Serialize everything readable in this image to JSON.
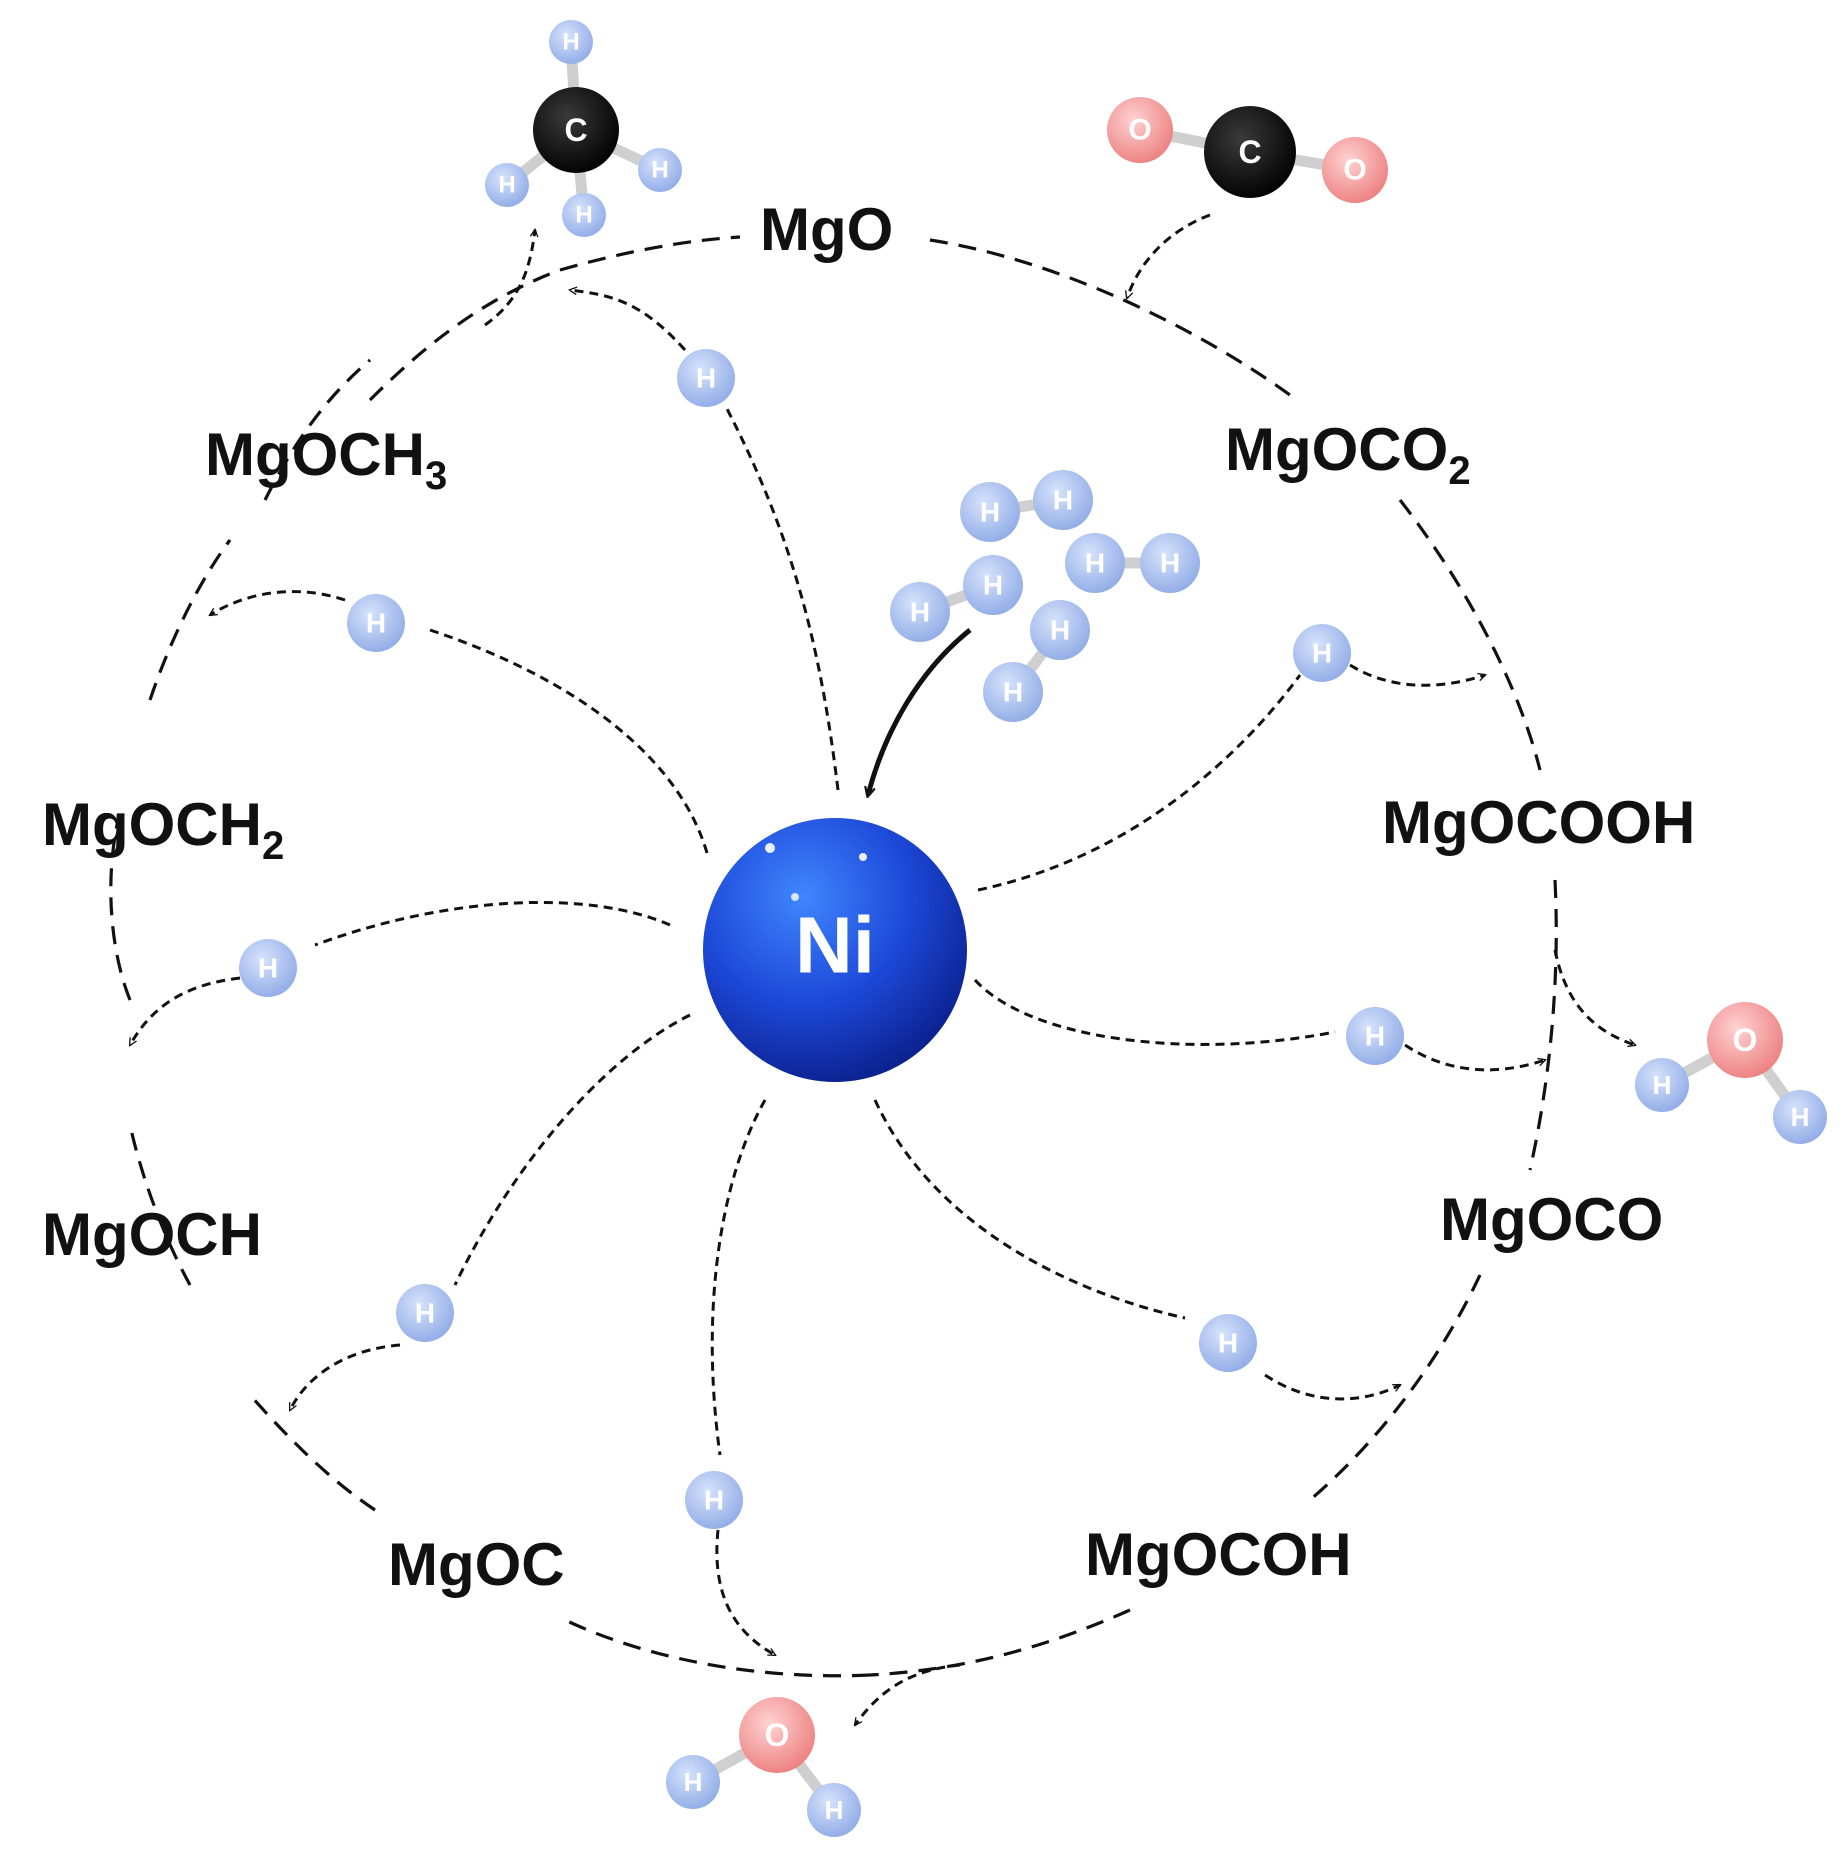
{
  "center_atom": {
    "symbol": "Ni",
    "color": "#1f4fe0"
  },
  "intermediates": {
    "mgo": {
      "base": "MgO",
      "sub": ""
    },
    "mgoco2": {
      "base": "MgOCO",
      "sub": "2"
    },
    "mgocooh": {
      "base": "MgOCOOH",
      "sub": ""
    },
    "mgoco": {
      "base": "MgOCO",
      "sub": ""
    },
    "mgocoh": {
      "base": "MgOCOH",
      "sub": ""
    },
    "mgoc": {
      "base": "MgOC",
      "sub": ""
    },
    "mgoch": {
      "base": "MgOCH",
      "sub": ""
    },
    "mgoch2": {
      "base": "MgOCH",
      "sub": "2"
    },
    "mgoch3": {
      "base": "MgOCH",
      "sub": "3"
    }
  },
  "atoms": {
    "hydrogen": "H",
    "carbon": "C",
    "oxygen": "O"
  },
  "colors": {
    "hydrogen": "#9db8ec",
    "carbon": "#111111",
    "oxygen": "#f08d8d",
    "nickel": "#1f4fe0"
  },
  "molecules": [
    "CH4",
    "CO2",
    "H2",
    "H2O",
    "H2O"
  ]
}
